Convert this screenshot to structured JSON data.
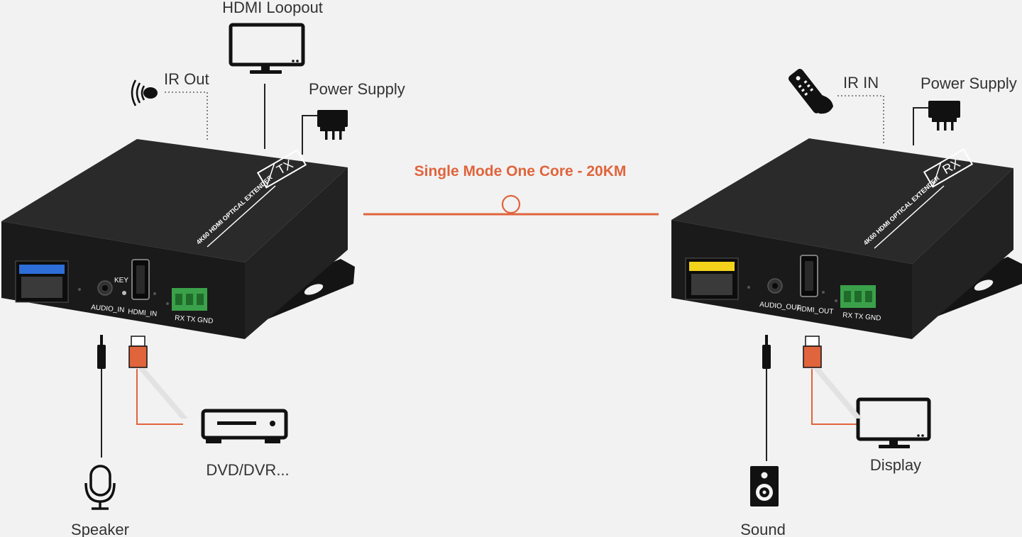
{
  "labels": {
    "hdmi_loopout": "HDMI Loopout",
    "ir_out": "IR Out",
    "power_supply_tx": "Power Supply",
    "ir_in": "IR IN",
    "power_supply_rx": "Power Supply",
    "speaker": "Speaker",
    "dvd": "DVD/DVR...",
    "sound": "Sound",
    "display": "Display"
  },
  "fiber": {
    "label": "Single Mode One Core - 20KM"
  },
  "tx_device": {
    "badge": "TX",
    "side_text": "4K60 HDMI OPTICAL EXTENDER",
    "key_label": "KEY",
    "ports": [
      "AUDIO_IN",
      "HDMI_IN",
      "RX  TX  GND"
    ]
  },
  "rx_device": {
    "badge": "RX",
    "side_text": "4K60 HDMI OPTICAL EXTENDER",
    "ports": [
      "AUDIO_OUT",
      "HDMI_OUT",
      "RX  TX  GND"
    ]
  },
  "colors": {
    "accent": "#e0643c",
    "device_body": "#1c1c1c",
    "terminal_green": "#3aa14a",
    "sfp_blue": "#2d6ed8",
    "sfp_yellow": "#f2d21b",
    "text": "#333333"
  }
}
